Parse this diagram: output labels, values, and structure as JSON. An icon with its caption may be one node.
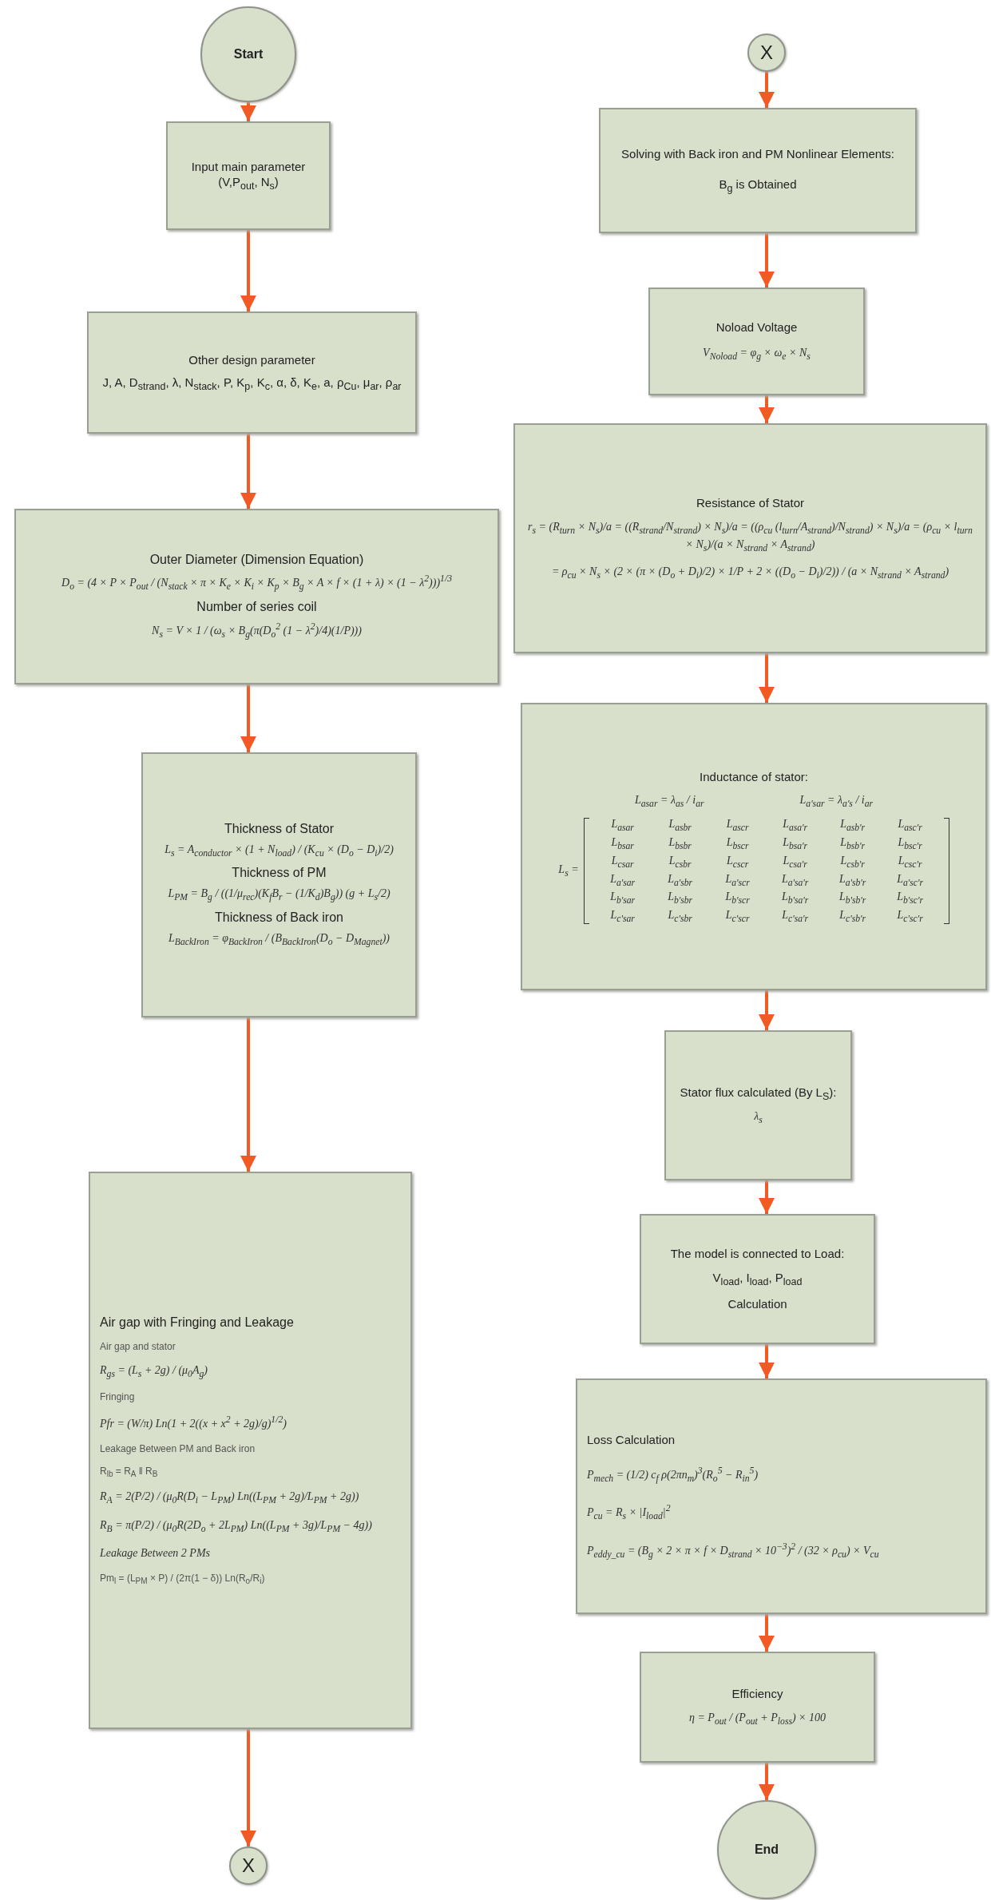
{
  "diagram": {
    "nodes": [
      {
        "text": [
          "Start"
        ]
      },
      {
        "text": [
          "Input main parameter (V,P$_{out}$, N$_{s}$)"
        ]
      },
      {
        "text": [
          "Other design parameter",
          "J, A, D$_{strand}$, λ, N$_{stack}$, P, K$_{p}$, K$_{c}$, α, δ, K$_{e}$, a, ρ$_{Cu}$, μ$_{ar}$, ρ$_{ar}$"
        ]
      },
      {
        "text": [
          "Outer Diameter (Dimension Equation)",
          "D$_{o}$ = (4 × P × P$_{out}$ / (N$_{stack}$ × π × K$_{e}$ × K$_{i}$ × K$_{p}$ × B$_{g}$ × A × f × (1 + λ) × (1 − λ$^{2}$)))$^{1/3}$",
          "Number of series coil",
          "N$_{s}$ = V × 1 / (ω$_{s}$ × B$_{g}$(π(D$_{o}$$^{2}$ (1 − λ$^{2}$)/4)(1/P)))"
        ]
      },
      {
        "text": [
          "Thickness of Stator",
          "L$_{s}$ = A$_{conductor}$ × (1 + N$_{load}$) / (K$_{cu}$ × (D$_{o}$ − D$_{i}$)/2)",
          "Thickness of PM",
          "L$_{PM}$ = B$_{g}$ / ((1/μ$_{rec}$)(K$_{f}$B$_{r}$ − (1/K$_{d}$)B$_{g}$)) (g + L$_{s}$/2)",
          "Thickness of Back iron",
          "L$_{BackIron}$ = φ$_{BackIron}$ / (B$_{BackIron}$(D$_{o}$ − D$_{Magnet}$))"
        ]
      },
      {
        "text": [
          "Air gap with Fringing and Leakage",
          "Air gap and stator",
          "R$_{gs}$ = (L$_{s}$ + 2g) / (μ$_{0}$A$_{g}$)",
          "Fringing",
          "Pfr = (W/π) Ln(1 + 2((x + x$^{2}$ + 2g)/g)$^{1/2}$)",
          "Leakage Between PM and Back iron",
          "R$_{lb}$ = R$_{A}$ ‖ R$_{B}$",
          "R$_{A}$ = 2(P/2) / (μ$_{0}$R(D$_{i}$ − L$_{PM}$) Ln((L$_{PM}$ + 2g)/L$_{PM}$ + 2g))",
          "R$_{B}$ = π(P/2) / (μ$_{0}$R(2D$_{o}$ + 2L$_{PM}$) Ln((L$_{PM}$ + 3g)/L$_{PM}$ − 4g))",
          "Leakage Between 2 PMs",
          "Pm$_{l}$ = (L$_{PM}$ × P) / (2π(1 − δ)) Ln(R$_{o}$/R$_{i}$)"
        ]
      },
      {
        "text": [
          "X"
        ]
      },
      {
        "text": [
          "X"
        ]
      },
      {
        "text": [
          "Solving with Back iron and PM Nonlinear Elements:",
          "B$_{g}$ is Obtained"
        ]
      },
      {
        "text": [
          "Noload Voltage",
          "V$_{Noload}$ = φ$_{g}$ × ω$_{e}$ × N$_{s}$"
        ]
      },
      {
        "text": [
          "Resistance of Stator",
          "r$_{s}$ = (R$_{turn}$ × N$_{s}$)/a = ((R$_{strand}$/N$_{strand}$) × N$_{s}$)/a = ((ρ$_{cu}$ (l$_{turn}$/A$_{strand}$)/N$_{strand}$) × N$_{s}$)/a = (ρ$_{cu}$ × l$_{turn}$ × N$_{s}$)/(a × N$_{strand}$ × A$_{strand}$)",
          "= ρ$_{cu}$ × N$_{s}$ × (2 × (π × (D$_{o}$ + D$_{i}$)/2) × 1/P + 2 × ((D$_{o}$ − D$_{i}$)/2)) / (a × N$_{strand}$ × A$_{strand}$)"
        ]
      },
      {
        "text": [
          "Inductance of stator:",
          "L$_{asar}$ = λ$_{as}$ / i$_{ar}$",
          "L$_{a'sar}$ = λ$_{a's}$ / i$_{ar}$",
          "L$_{s}$ =",
          "L$_{asar}$",
          "L$_{asbr}$",
          "L$_{ascr}$",
          "L$_{asa'r}$",
          "L$_{asb'r}$",
          "L$_{asc'r}$",
          "L$_{bsar}$",
          "L$_{bsbr}$",
          "L$_{bscr}$",
          "L$_{bsa'r}$",
          "L$_{bsb'r}$",
          "L$_{bsc'r}$",
          "L$_{csar}$",
          "L$_{csbr}$",
          "L$_{cscr}$",
          "L$_{csa'r}$",
          "L$_{csb'r}$",
          "L$_{csc'r}$",
          "L$_{a'sar}$",
          "L$_{a'sbr}$",
          "L$_{a'scr}$",
          "L$_{a'sa'r}$",
          "L$_{a'sb'r}$",
          "L$_{a'sc'r}$",
          "L$_{b'sar}$",
          "L$_{b'sbr}$",
          "L$_{b'scr}$",
          "L$_{b'sa'r}$",
          "L$_{b'sb'r}$",
          "L$_{b'sc'r}$",
          "L$_{c'sar}$",
          "L$_{c'sbr}$",
          "L$_{c'scr}$",
          "L$_{c'sa'r}$",
          "L$_{c'sb'r}$",
          "L$_{c'sc'r}$"
        ]
      },
      {
        "text": [
          "Stator flux calculated (By L$_{S}$):",
          "λ$_{s}$"
        ]
      },
      {
        "text": [
          "The model is connected to Load:",
          "V$_{load}$, I$_{load}$, P$_{load}$",
          "Calculation"
        ]
      },
      {
        "text": [
          "Loss Calculation",
          "P$_{mech}$ = (1/2) c$_{f}$ ρ(2πn$_{m}$)$^{3}$(R$_{o}$$^{5}$ − R$_{in}$$^{5}$)",
          "P$_{cu}$ = R$_{s}$ × |I$_{load}$|$^{2}$",
          "P$_{eddy_cu}$ = (B$_{g}$ × 2 × π × f × D$_{strand}$ × 10$^{−3}$)$^{2}$ / (32 × ρ$_{cu}$) × V$_{cu}$"
        ]
      },
      {
        "text": [
          "Efficiency",
          "η = P$_{out}$ / (P$_{out}$ + P$_{loss}$) × 100"
        ]
      },
      {
        "text": [
          "End"
        ]
      }
    ],
    "edges": [
      {
        "from": 0,
        "to": 1,
        "arrow": "to"
      },
      {
        "from": 1,
        "to": 2,
        "arrow": "to"
      },
      {
        "from": 2,
        "to": 3,
        "arrow": "to"
      },
      {
        "from": 3,
        "to": 4,
        "arrow": "to"
      },
      {
        "from": 4,
        "to": 5,
        "arrow": "to"
      },
      {
        "from": 5,
        "to": 6,
        "arrow": "to"
      },
      {
        "from": 7,
        "to": 8,
        "arrow": "to"
      },
      {
        "from": 8,
        "to": 9,
        "arrow": "to"
      },
      {
        "from": 9,
        "to": 10,
        "arrow": "to"
      },
      {
        "from": 10,
        "to": 11,
        "arrow": "to"
      },
      {
        "from": 11,
        "to": 12,
        "arrow": "to"
      },
      {
        "from": 12,
        "to": 13,
        "arrow": "to"
      },
      {
        "from": 13,
        "to": 14,
        "arrow": "to"
      },
      {
        "from": 14,
        "to": 15,
        "arrow": "to"
      },
      {
        "from": 15,
        "to": 16,
        "arrow": "to"
      }
    ]
  }
}
